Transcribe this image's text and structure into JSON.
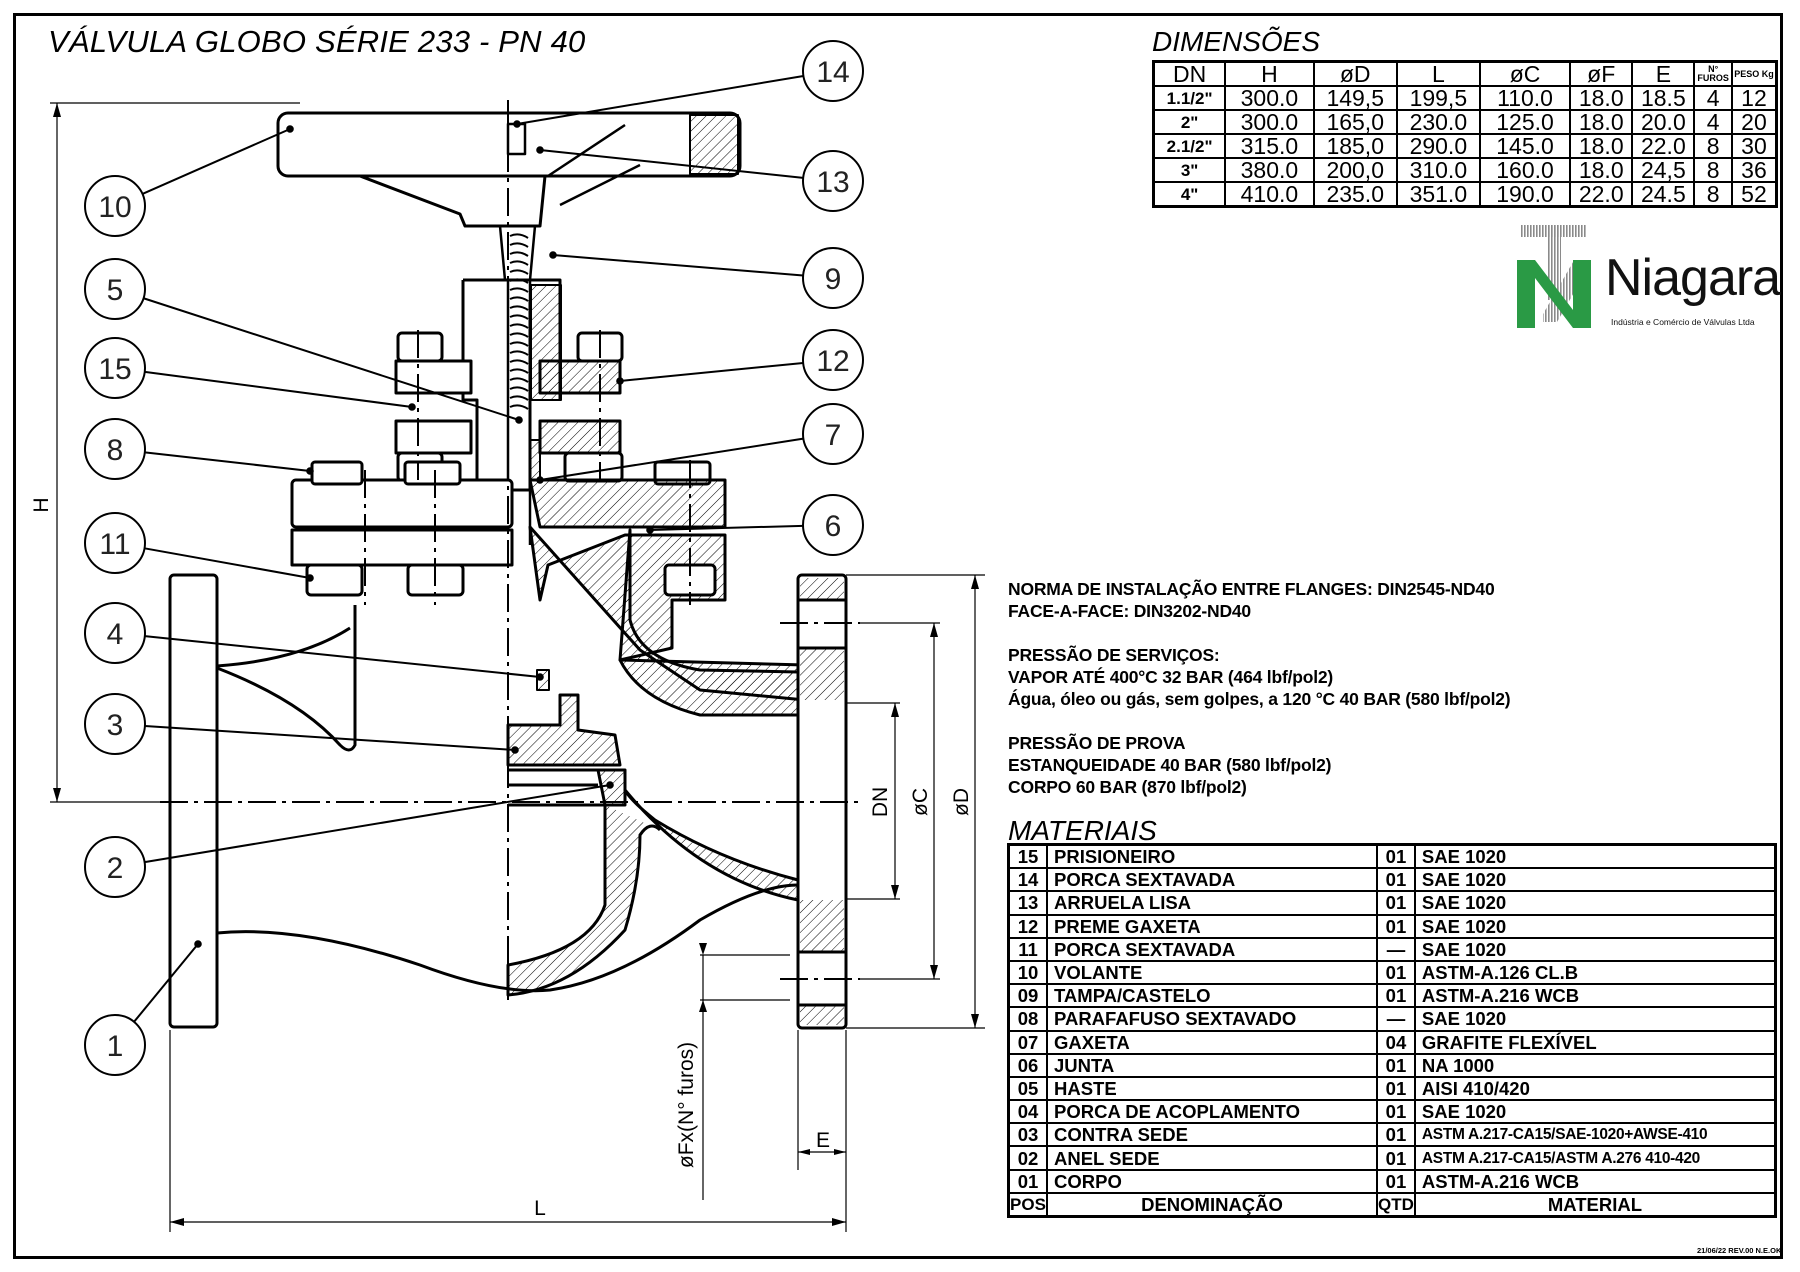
{
  "title": "VÁLVULA GLOBO SÉRIE 233 - PN 40",
  "drawing": {
    "balloons": [
      {
        "id": "14",
        "label": "14"
      },
      {
        "id": "13",
        "label": "13"
      },
      {
        "id": "10",
        "label": "10"
      },
      {
        "id": "9",
        "label": "9"
      },
      {
        "id": "5",
        "label": "5"
      },
      {
        "id": "15",
        "label": "15"
      },
      {
        "id": "12",
        "label": "12"
      },
      {
        "id": "8",
        "label": "8"
      },
      {
        "id": "7",
        "label": "7"
      },
      {
        "id": "11",
        "label": "11"
      },
      {
        "id": "6",
        "label": "6"
      },
      {
        "id": "4",
        "label": "4"
      },
      {
        "id": "3",
        "label": "3"
      },
      {
        "id": "2",
        "label": "2"
      },
      {
        "id": "1",
        "label": "1"
      }
    ],
    "dimension_labels": {
      "H": "H",
      "L": "L",
      "E": "E",
      "DN": "DN",
      "C": "øC",
      "D": "øD",
      "F": "øFx(N° furos)"
    }
  },
  "dimensions": {
    "title": "DIMENSÕES",
    "headers": [
      "DN",
      "H",
      "øD",
      "L",
      "øC",
      "øF",
      "E",
      "N° FUROS",
      "PESO Kg"
    ],
    "rows": [
      [
        "1.1/2\"",
        "300.0",
        "149,5",
        "199,5",
        "110.0",
        "18.0",
        "18.5",
        "4",
        "12"
      ],
      [
        "2\"",
        "300.0",
        "165,0",
        "230.0",
        "125.0",
        "18.0",
        "20.0",
        "4",
        "20"
      ],
      [
        "2.1/2\"",
        "315.0",
        "185,0",
        "290.0",
        "145.0",
        "18.0",
        "22.0",
        "8",
        "30"
      ],
      [
        "3\"",
        "380.0",
        "200,0",
        "310.0",
        "160.0",
        "18.0",
        "24,5",
        "8",
        "36"
      ],
      [
        "4\"",
        "410.0",
        "235.0",
        "351.0",
        "190.0",
        "22.0",
        "24.5",
        "8",
        "52"
      ]
    ]
  },
  "logo": {
    "brand": "Niagara",
    "subtitle": "Indústria e Comércio de Válvulas Ltda",
    "green": "#2a9a45",
    "gray": "#8a8a8a"
  },
  "notes": {
    "install": [
      "NORMA DE INSTALAÇÃO ENTRE FLANGES: DIN2545-ND40",
      "FACE-A-FACE: DIN3202-ND40"
    ],
    "service": [
      "PRESSÃO DE SERVIÇOS:",
      "VAPOR ATÉ 400°C 32 BAR (464 lbf/pol2)",
      "Água, óleo ou gás, sem golpes, a 120 °C 40 BAR (580 lbf/pol2)"
    ],
    "test": [
      "PRESSÃO DE PROVA",
      "ESTANQUEIDADE 40 BAR (580 lbf/pol2)",
      "CORPO 60 BAR (870 lbf/pol2)"
    ]
  },
  "materials": {
    "title": "MATERIAIS",
    "rows": [
      [
        "15",
        "PRISIONEIRO",
        "01",
        "SAE 1020"
      ],
      [
        "14",
        "PORCA SEXTAVADA",
        "01",
        "SAE 1020"
      ],
      [
        "13",
        "ARRUELA LISA",
        "01",
        "SAE 1020"
      ],
      [
        "12",
        "PREME GAXETA",
        "01",
        "SAE 1020"
      ],
      [
        "11",
        "PORCA SEXTAVADA",
        "—",
        "SAE 1020"
      ],
      [
        "10",
        "VOLANTE",
        "01",
        "ASTM-A.126 CL.B"
      ],
      [
        "09",
        "TAMPA/CASTELO",
        "01",
        "ASTM-A.216 WCB"
      ],
      [
        "08",
        "PARAFAFUSO SEXTAVADO",
        "—",
        "SAE 1020"
      ],
      [
        "07",
        "GAXETA",
        "04",
        "GRAFITE FLEXÍVEL"
      ],
      [
        "06",
        "JUNTA",
        "01",
        "NA 1000"
      ],
      [
        "05",
        "HASTE",
        "01",
        "AISI 410/420"
      ],
      [
        "04",
        "PORCA DE ACOPLAMENTO",
        "01",
        "SAE 1020"
      ],
      [
        "03",
        "CONTRA SEDE",
        "01",
        "ASTM A.217-CA15/SAE-1020+AWSE-410"
      ],
      [
        "02",
        "ANEL SEDE",
        "01",
        "ASTM A.217-CA15/ASTM A.276 410-420"
      ],
      [
        "01",
        "CORPO",
        "01",
        "ASTM-A.216 WCB"
      ]
    ],
    "headers": [
      "POS",
      "DENOMINAÇÃO",
      "QTD",
      "MATERIAL"
    ]
  },
  "revision": "21/06/22 REV.00 N.E.OK"
}
